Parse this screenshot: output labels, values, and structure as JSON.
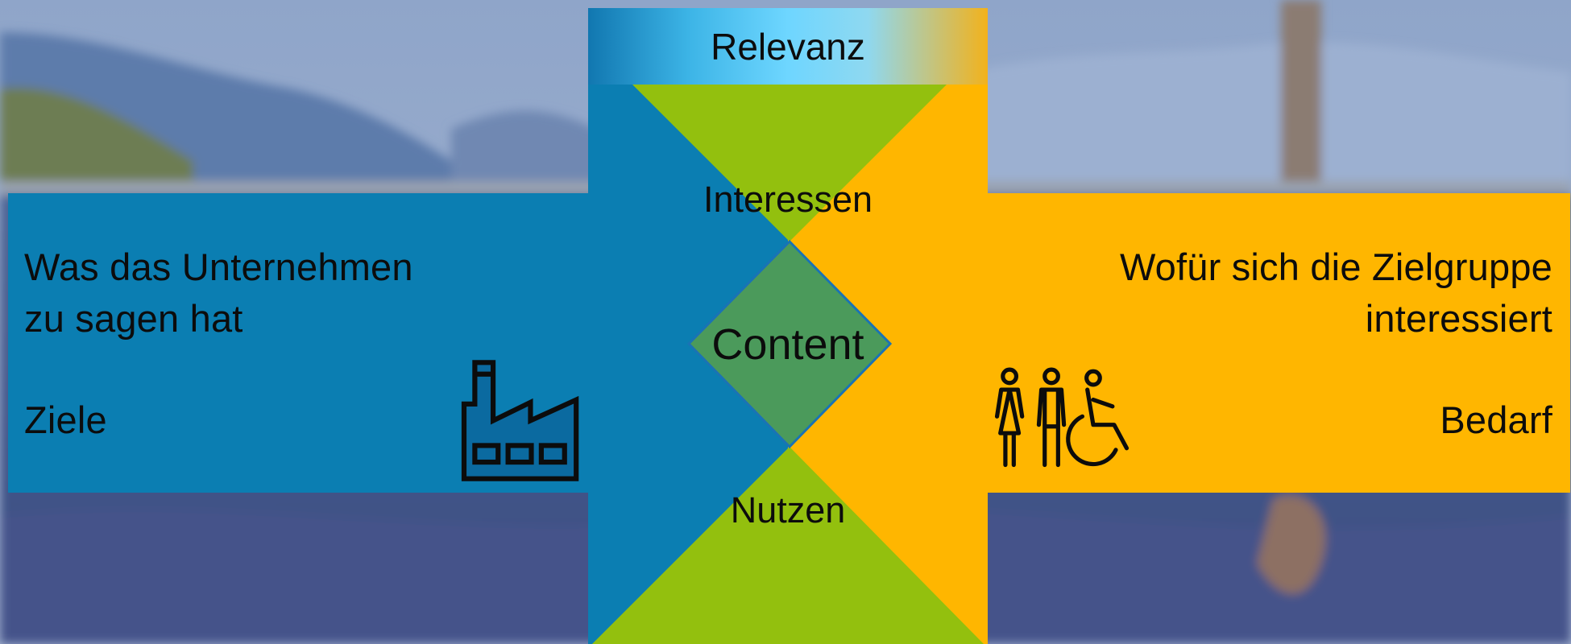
{
  "header": {
    "title": "Relevanz"
  },
  "center": {
    "top_label": "Interessen",
    "core_label": "Content",
    "bottom_label": "Nutzen"
  },
  "left_panel": {
    "line1": "Was das Unternehmen",
    "line2": "zu sagen hat",
    "line3": "Ziele",
    "icon": "factory-icon"
  },
  "right_panel": {
    "line1": "Wofür sich die Zielgruppe",
    "line2": "interessiert",
    "line3": "Bedarf",
    "icon": "people-accessibility-icon"
  },
  "colors": {
    "blue": "#0b7eb2",
    "orange": "#ffb600",
    "green": "#93c00e",
    "core_green": "#4b9a5b",
    "header_light_blue": "#5fd4ff"
  }
}
